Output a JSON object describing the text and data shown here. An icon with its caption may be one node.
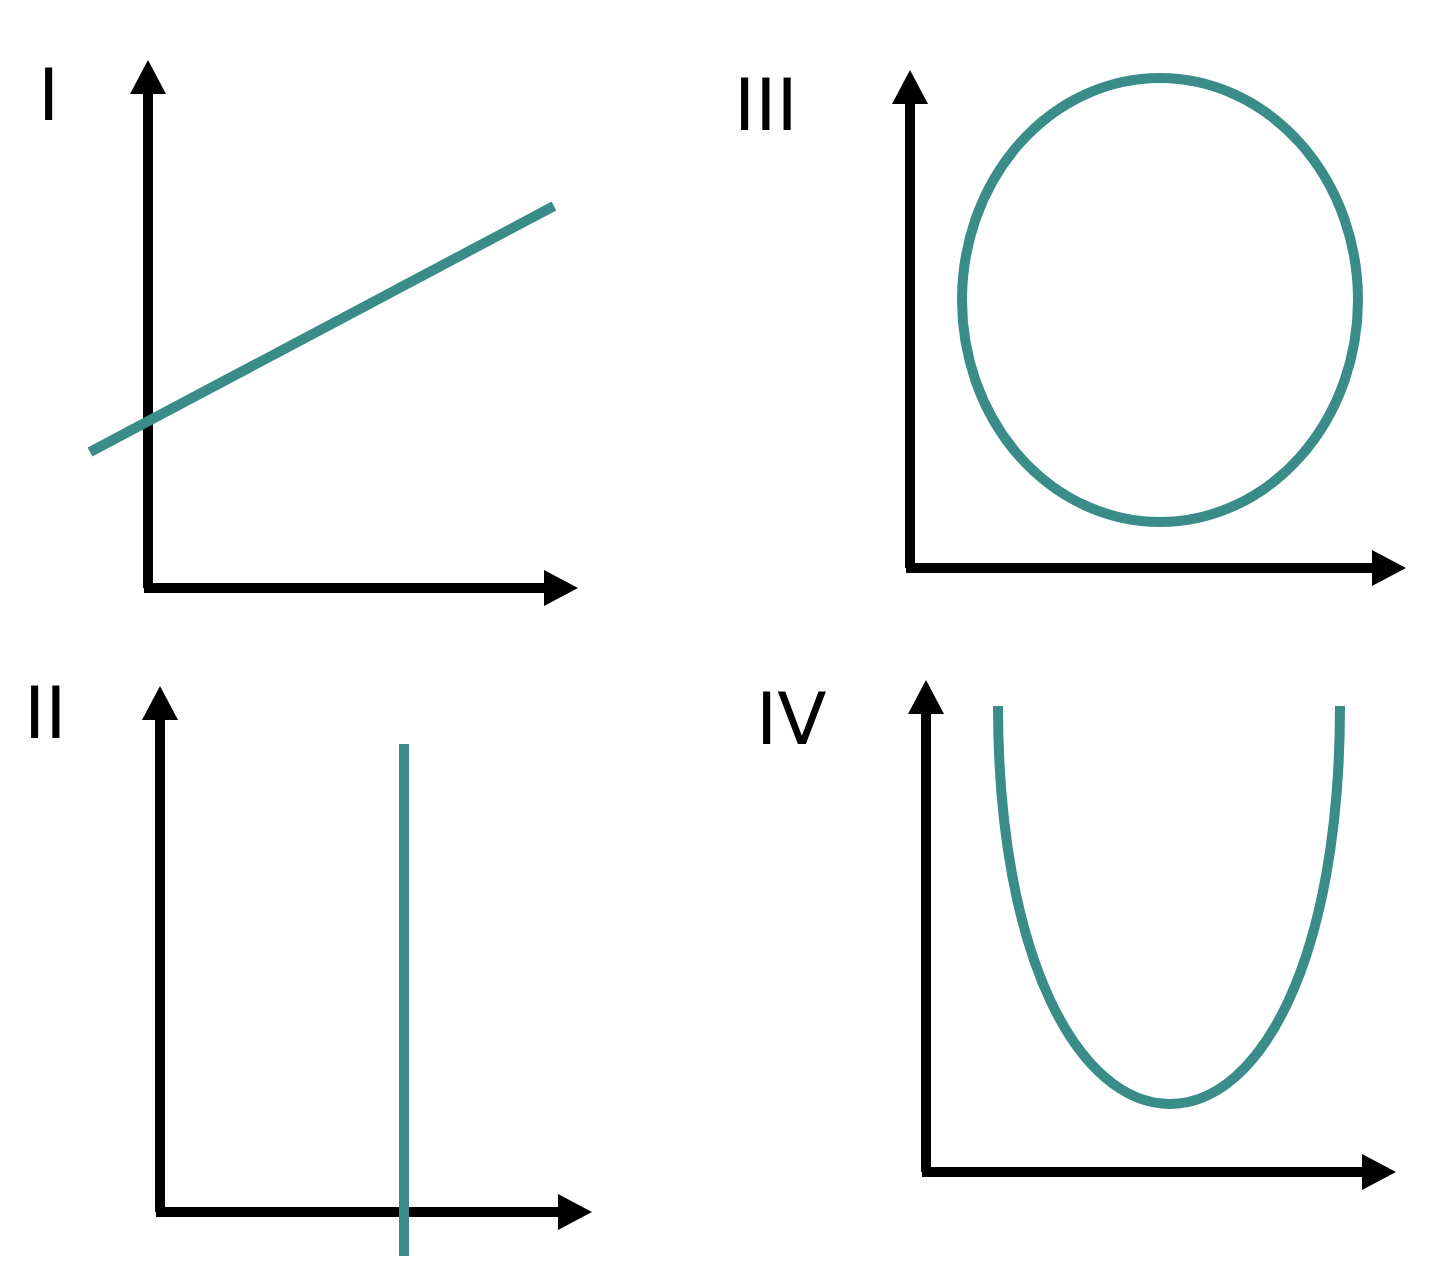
{
  "diagram": {
    "labels": [
      "I",
      "III",
      "II",
      "IV"
    ]
  }
}
